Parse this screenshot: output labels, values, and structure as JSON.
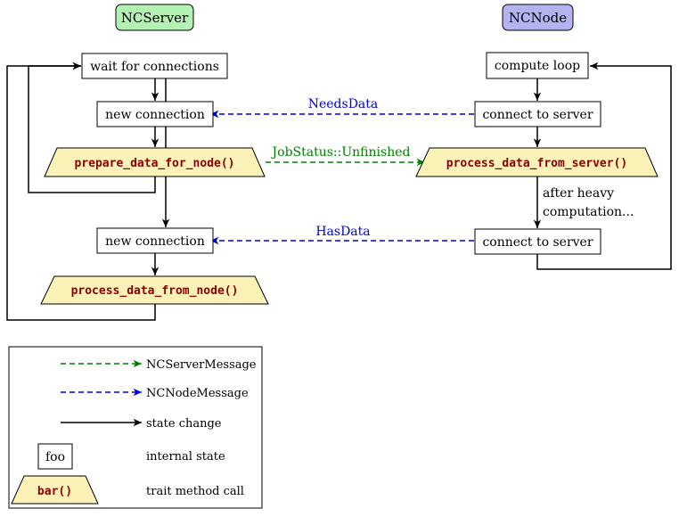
{
  "headers": {
    "server": "NCServer",
    "node": "NCNode"
  },
  "server": {
    "wait": "wait for connections",
    "new_connection_1": "new connection",
    "prepare": "prepare_data_for_node()",
    "new_connection_2": "new connection",
    "process_from_node": "process_data_from_node()"
  },
  "node": {
    "compute_loop": "compute loop",
    "connect_1": "connect to server",
    "process_from_server": "process_data_from_server()",
    "after_line1": "after heavy",
    "after_line2": "computation...",
    "connect_2": "connect to server"
  },
  "messages": {
    "needs_data": "NeedsData",
    "job_status": "JobStatus::Unfinished",
    "has_data": "HasData"
  },
  "legend": {
    "server_message": "NCServerMessage",
    "node_message": "NCNodeMessage",
    "state_change": "state change",
    "internal_sample": "foo",
    "internal_label": "internal state",
    "trait_sample": "bar()",
    "trait_label": "trait method call"
  },
  "colors": {
    "server_header": "#b3f2b3",
    "node_header": "#b3b3f2",
    "trait_fill": "#fbf2b8",
    "trait_text": "#8b0000",
    "server_msg": "#008000",
    "node_msg": "#0000dd",
    "state": "#000000"
  }
}
